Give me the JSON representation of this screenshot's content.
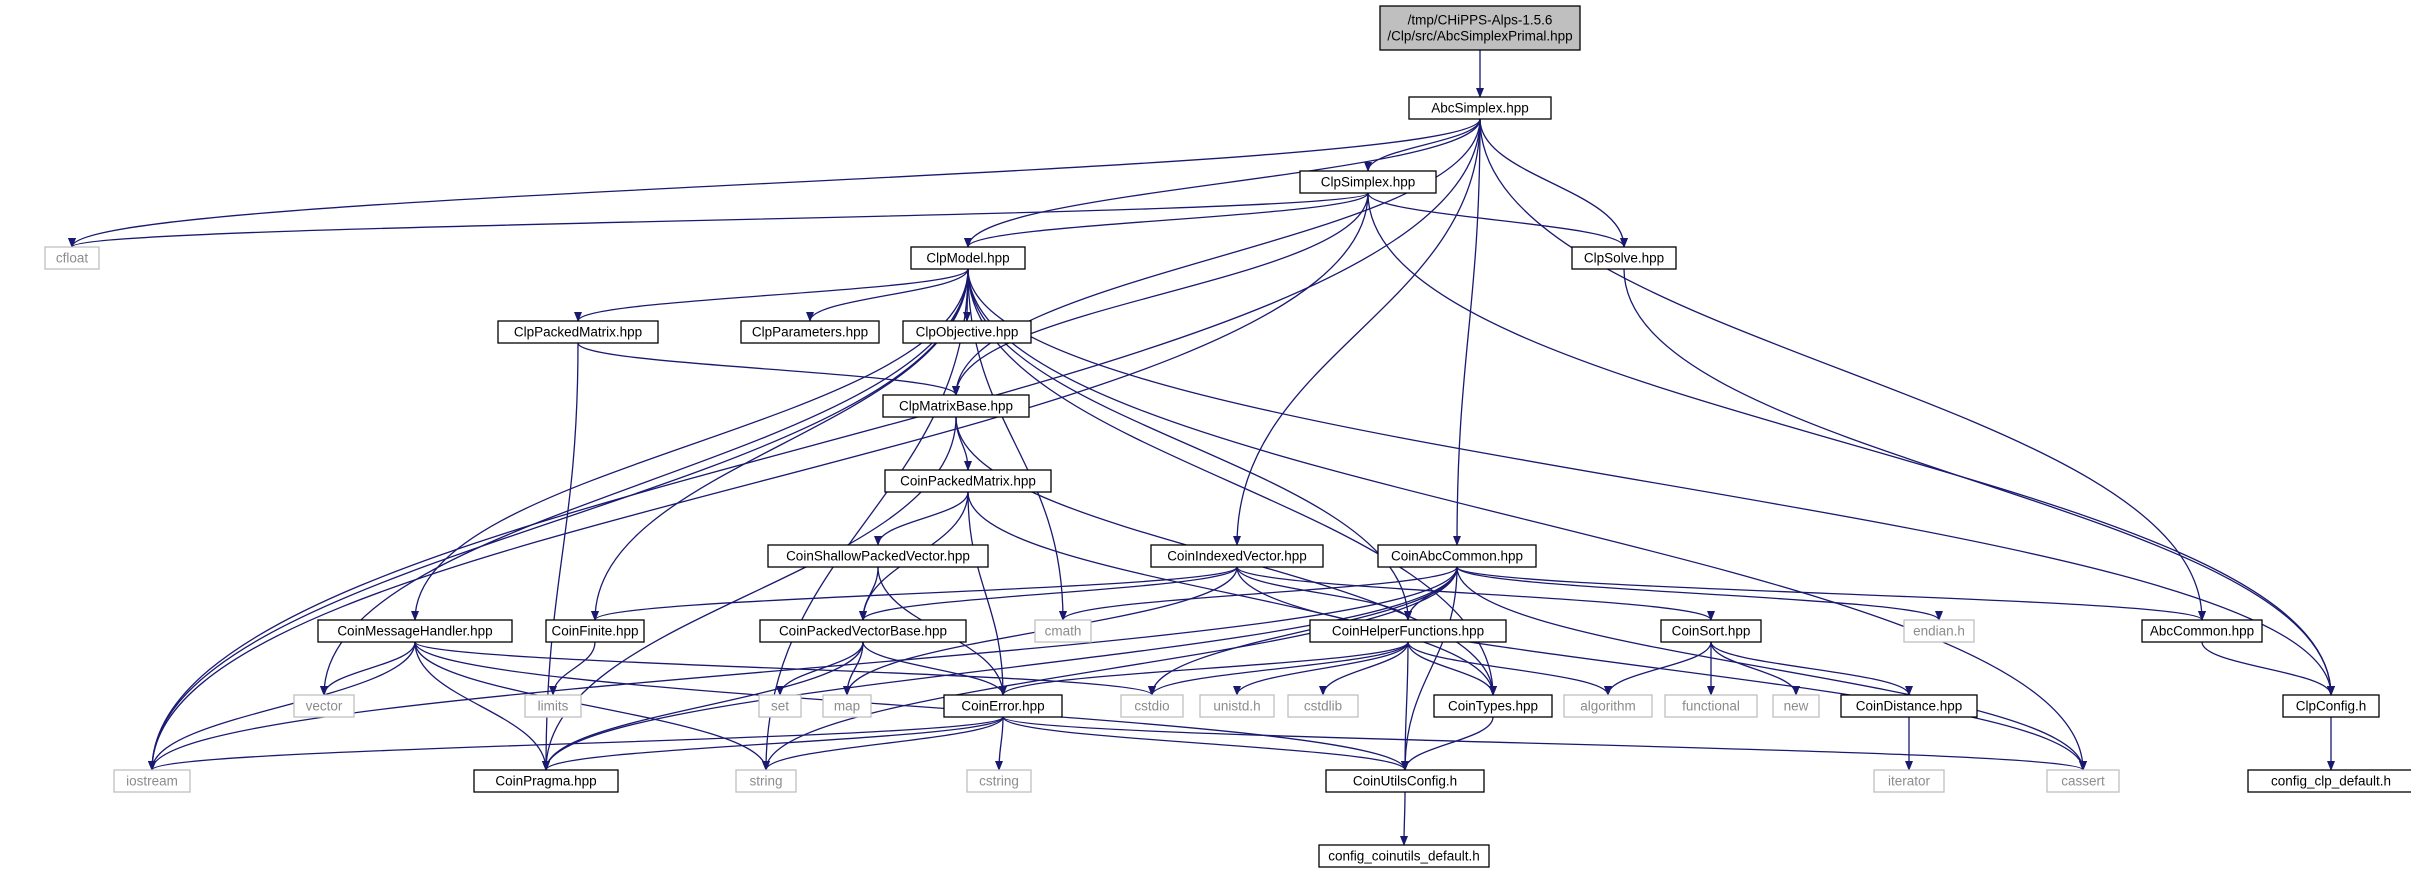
{
  "diagram": {
    "type": "include-dependency-graph",
    "colors": {
      "edge": "#191970",
      "node_border": "#000000",
      "system_border": "#bfbfbf",
      "system_text": "#8c8c8c",
      "root_fill": "#bfbfbf"
    },
    "nodes": [
      {
        "id": "root",
        "kind": "root",
        "lines": [
          "/tmp/CHiPPS-Alps-1.5.6",
          "/Clp/src/AbcSimplexPrimal.hpp"
        ]
      },
      {
        "id": "AbcSimplex",
        "kind": "doc",
        "lines": [
          "AbcSimplex.hpp"
        ]
      },
      {
        "id": "ClpSimplex",
        "kind": "doc",
        "lines": [
          "ClpSimplex.hpp"
        ]
      },
      {
        "id": "cfloat",
        "kind": "sys",
        "lines": [
          "cfloat"
        ]
      },
      {
        "id": "ClpSolve",
        "kind": "doc",
        "lines": [
          "ClpSolve.hpp"
        ]
      },
      {
        "id": "ClpModel",
        "kind": "doc",
        "lines": [
          "ClpModel.hpp"
        ]
      },
      {
        "id": "ClpPackedMatrix",
        "kind": "doc",
        "lines": [
          "ClpPackedMatrix.hpp"
        ]
      },
      {
        "id": "ClpParameters",
        "kind": "doc",
        "lines": [
          "ClpParameters.hpp"
        ]
      },
      {
        "id": "ClpObjective",
        "kind": "doc",
        "lines": [
          "ClpObjective.hpp"
        ]
      },
      {
        "id": "ClpMatrixBase",
        "kind": "doc",
        "lines": [
          "ClpMatrixBase.hpp"
        ]
      },
      {
        "id": "CoinPackedMatrix",
        "kind": "doc",
        "lines": [
          "CoinPackedMatrix.hpp"
        ]
      },
      {
        "id": "CoinShallowPackedVector",
        "kind": "doc",
        "lines": [
          "CoinShallowPackedVector.hpp"
        ]
      },
      {
        "id": "CoinIndexedVector",
        "kind": "doc",
        "lines": [
          "CoinIndexedVector.hpp"
        ]
      },
      {
        "id": "CoinAbcCommon",
        "kind": "doc",
        "lines": [
          "CoinAbcCommon.hpp"
        ]
      },
      {
        "id": "CoinMessageHandler",
        "kind": "doc",
        "lines": [
          "CoinMessageHandler.hpp"
        ]
      },
      {
        "id": "CoinFinite",
        "kind": "doc",
        "lines": [
          "CoinFinite.hpp"
        ]
      },
      {
        "id": "CoinPackedVectorBase",
        "kind": "doc",
        "lines": [
          "CoinPackedVectorBase.hpp"
        ]
      },
      {
        "id": "cmath",
        "kind": "sys",
        "lines": [
          "cmath"
        ]
      },
      {
        "id": "CoinHelperFunctions",
        "kind": "doc",
        "lines": [
          "CoinHelperFunctions.hpp"
        ]
      },
      {
        "id": "CoinSort",
        "kind": "doc",
        "lines": [
          "CoinSort.hpp"
        ]
      },
      {
        "id": "endian",
        "kind": "sys",
        "lines": [
          "endian.h"
        ]
      },
      {
        "id": "AbcCommon",
        "kind": "doc",
        "lines": [
          "AbcCommon.hpp"
        ]
      },
      {
        "id": "vector",
        "kind": "sys",
        "lines": [
          "vector"
        ]
      },
      {
        "id": "limits",
        "kind": "sys",
        "lines": [
          "limits"
        ]
      },
      {
        "id": "set",
        "kind": "sys",
        "lines": [
          "set"
        ]
      },
      {
        "id": "map",
        "kind": "sys",
        "lines": [
          "map"
        ]
      },
      {
        "id": "cstdio",
        "kind": "sys",
        "lines": [
          "cstdio"
        ]
      },
      {
        "id": "unistd",
        "kind": "sys",
        "lines": [
          "unistd.h"
        ]
      },
      {
        "id": "cstdlib",
        "kind": "sys",
        "lines": [
          "cstdlib"
        ]
      },
      {
        "id": "CoinError",
        "kind": "doc",
        "lines": [
          "CoinError.hpp"
        ]
      },
      {
        "id": "CoinTypes",
        "kind": "doc",
        "lines": [
          "CoinTypes.hpp"
        ]
      },
      {
        "id": "algorithm",
        "kind": "sys",
        "lines": [
          "algorithm"
        ]
      },
      {
        "id": "functional",
        "kind": "sys",
        "lines": [
          "functional"
        ]
      },
      {
        "id": "new",
        "kind": "sys",
        "lines": [
          "new"
        ]
      },
      {
        "id": "CoinDistance",
        "kind": "doc",
        "lines": [
          "CoinDistance.hpp"
        ]
      },
      {
        "id": "ClpConfig",
        "kind": "doc",
        "lines": [
          "ClpConfig.h"
        ]
      },
      {
        "id": "iostream",
        "kind": "sys",
        "lines": [
          "iostream"
        ]
      },
      {
        "id": "CoinPragma",
        "kind": "doc",
        "lines": [
          "CoinPragma.hpp"
        ]
      },
      {
        "id": "string",
        "kind": "sys",
        "lines": [
          "string"
        ]
      },
      {
        "id": "cstring",
        "kind": "sys",
        "lines": [
          "cstring"
        ]
      },
      {
        "id": "CoinUtilsConfig",
        "kind": "doc",
        "lines": [
          "CoinUtilsConfig.h"
        ]
      },
      {
        "id": "cassert",
        "kind": "sys",
        "lines": [
          "cassert"
        ]
      },
      {
        "id": "iterator",
        "kind": "sys",
        "lines": [
          "iterator"
        ]
      },
      {
        "id": "config_clp_default",
        "kind": "doc",
        "lines": [
          "config_clp_default.h"
        ]
      },
      {
        "id": "config_coinutils_default",
        "kind": "doc",
        "lines": [
          "config_coinutils_default.h"
        ]
      }
    ],
    "edges": [
      [
        "root",
        "AbcSimplex"
      ],
      [
        "AbcSimplex",
        "ClpSimplex"
      ],
      [
        "AbcSimplex",
        "cfloat"
      ],
      [
        "AbcSimplex",
        "iostream"
      ],
      [
        "AbcSimplex",
        "ClpModel"
      ],
      [
        "AbcSimplex",
        "ClpMatrixBase"
      ],
      [
        "AbcSimplex",
        "CoinIndexedVector"
      ],
      [
        "AbcSimplex",
        "CoinAbcCommon"
      ],
      [
        "AbcSimplex",
        "ClpSolve"
      ],
      [
        "AbcSimplex",
        "AbcCommon"
      ],
      [
        "ClpSimplex",
        "cfloat"
      ],
      [
        "ClpSimplex",
        "ClpModel"
      ],
      [
        "ClpSimplex",
        "ClpSolve"
      ],
      [
        "ClpSimplex",
        "ClpMatrixBase"
      ],
      [
        "ClpSimplex",
        "iostream"
      ],
      [
        "ClpSimplex",
        "ClpConfig"
      ],
      [
        "ClpSolve",
        "ClpConfig"
      ],
      [
        "ClpModel",
        "iostream"
      ],
      [
        "ClpModel",
        "vector"
      ],
      [
        "ClpModel",
        "CoinMessageHandler"
      ],
      [
        "ClpModel",
        "CoinFinite"
      ],
      [
        "ClpModel",
        "ClpPackedMatrix"
      ],
      [
        "ClpModel",
        "ClpParameters"
      ],
      [
        "ClpModel",
        "ClpObjective"
      ],
      [
        "ClpModel",
        "string"
      ],
      [
        "ClpModel",
        "cmath"
      ],
      [
        "ClpModel",
        "CoinHelperFunctions"
      ],
      [
        "ClpModel",
        "CoinTypes"
      ],
      [
        "ClpModel",
        "cassert"
      ],
      [
        "ClpModel",
        "ClpConfig"
      ],
      [
        "ClpPackedMatrix",
        "ClpMatrixBase"
      ],
      [
        "ClpPackedMatrix",
        "CoinPragma"
      ],
      [
        "ClpMatrixBase",
        "CoinPackedMatrix"
      ],
      [
        "ClpMatrixBase",
        "CoinPragma"
      ],
      [
        "ClpMatrixBase",
        "CoinTypes"
      ],
      [
        "CoinPackedMatrix",
        "CoinShallowPackedVector"
      ],
      [
        "CoinPackedMatrix",
        "CoinPackedVectorBase"
      ],
      [
        "CoinPackedMatrix",
        "CoinError"
      ],
      [
        "CoinPackedMatrix",
        "CoinTypes"
      ],
      [
        "CoinShallowPackedVector",
        "CoinPackedVectorBase"
      ],
      [
        "CoinShallowPackedVector",
        "CoinError"
      ],
      [
        "CoinIndexedVector",
        "CoinFinite"
      ],
      [
        "CoinIndexedVector",
        "CoinPackedVectorBase"
      ],
      [
        "CoinIndexedVector",
        "map"
      ],
      [
        "CoinIndexedVector",
        "CoinHelperFunctions"
      ],
      [
        "CoinIndexedVector",
        "CoinSort"
      ],
      [
        "CoinIndexedVector",
        "cassert"
      ],
      [
        "CoinAbcCommon",
        "iostream"
      ],
      [
        "CoinAbcCommon",
        "CoinPragma"
      ],
      [
        "CoinAbcCommon",
        "string"
      ],
      [
        "CoinAbcCommon",
        "cstdio"
      ],
      [
        "CoinAbcCommon",
        "cmath"
      ],
      [
        "CoinAbcCommon",
        "CoinHelperFunctions"
      ],
      [
        "CoinAbcCommon",
        "CoinUtilsConfig"
      ],
      [
        "CoinAbcCommon",
        "endian"
      ],
      [
        "CoinAbcCommon",
        "AbcCommon"
      ],
      [
        "CoinAbcCommon",
        "cassert"
      ],
      [
        "CoinMessageHandler",
        "vector"
      ],
      [
        "CoinMessageHandler",
        "iostream"
      ],
      [
        "CoinMessageHandler",
        "CoinPragma"
      ],
      [
        "CoinMessageHandler",
        "string"
      ],
      [
        "CoinMessageHandler",
        "cstdio"
      ],
      [
        "CoinMessageHandler",
        "CoinUtilsConfig"
      ],
      [
        "CoinFinite",
        "limits"
      ],
      [
        "CoinPackedVectorBase",
        "set"
      ],
      [
        "CoinPackedVectorBase",
        "map"
      ],
      [
        "CoinPackedVectorBase",
        "CoinError"
      ],
      [
        "CoinPackedVectorBase",
        "CoinPragma"
      ],
      [
        "CoinHelperFunctions",
        "CoinError"
      ],
      [
        "CoinHelperFunctions",
        "cstdio"
      ],
      [
        "CoinHelperFunctions",
        "unistd"
      ],
      [
        "CoinHelperFunctions",
        "cstdlib"
      ],
      [
        "CoinHelperFunctions",
        "CoinTypes"
      ],
      [
        "CoinHelperFunctions",
        "algorithm"
      ],
      [
        "CoinHelperFunctions",
        "CoinUtilsConfig"
      ],
      [
        "CoinSort",
        "algorithm"
      ],
      [
        "CoinSort",
        "functional"
      ],
      [
        "CoinSort",
        "new"
      ],
      [
        "CoinSort",
        "CoinDistance"
      ],
      [
        "AbcCommon",
        "ClpConfig"
      ],
      [
        "CoinError",
        "iostream"
      ],
      [
        "CoinError",
        "string"
      ],
      [
        "CoinError",
        "cstring"
      ],
      [
        "CoinError",
        "CoinUtilsConfig"
      ],
      [
        "CoinError",
        "CoinPragma"
      ],
      [
        "CoinError",
        "cassert"
      ],
      [
        "CoinTypes",
        "CoinUtilsConfig"
      ],
      [
        "CoinDistance",
        "iterator"
      ],
      [
        "ClpConfig",
        "config_clp_default"
      ],
      [
        "CoinUtilsConfig",
        "config_coinutils_default"
      ]
    ]
  }
}
